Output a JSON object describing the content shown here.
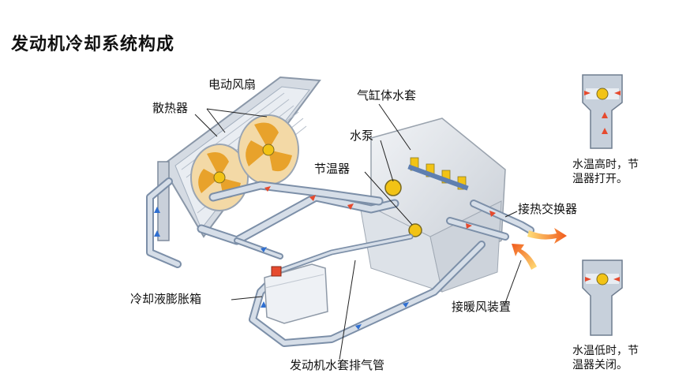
{
  "title": "发动机冷却系统构成",
  "labels": {
    "fan": "电动风扇",
    "radiator": "散热器",
    "water_jacket": "气缸体水套",
    "pump": "水泵",
    "thermostat": "节温器",
    "to_heat_exchanger": "接热交换器",
    "to_heater": "接暖风装置",
    "reservoir": "冷却液膨胀箱",
    "vent_pipe": "发动机水套排气管"
  },
  "notes": {
    "high_line1": "水温高时，节",
    "high_line2": "温器打开。",
    "low_line1": "水温低时，节",
    "low_line2": "温器关闭。"
  },
  "colors": {
    "pipe": "#b9c6d6",
    "pipe_dark": "#7c8fa8",
    "hot_flow": "#e64a2e",
    "cool_flow": "#2f6fd1",
    "fan_blade": "#e8a22b",
    "arrow_orange": "#f08a1c",
    "thermostat_yellow": "#f2c315"
  }
}
